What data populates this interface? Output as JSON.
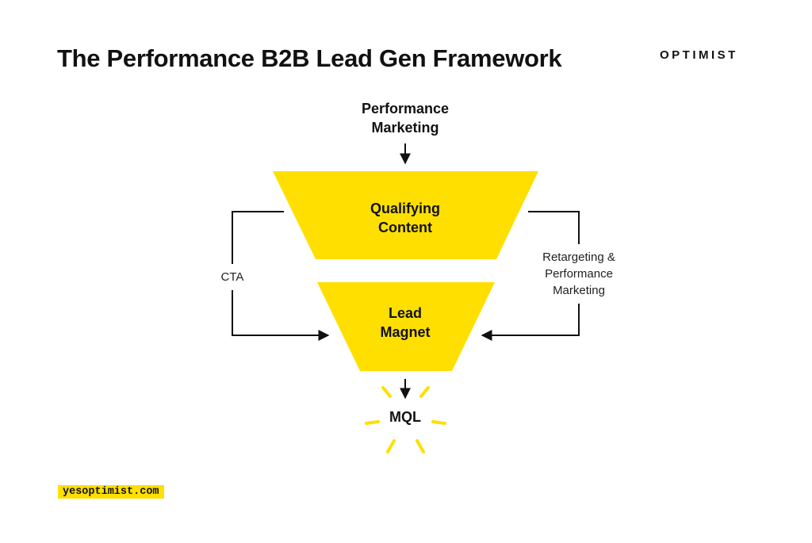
{
  "header": {
    "title": "The Performance B2B Lead Gen Framework",
    "brand": "OPTIMIST"
  },
  "diagram": {
    "top_label_line1": "Performance",
    "top_label_line2": "Marketing",
    "stage1_line1": "Qualifying",
    "stage1_line2": "Content",
    "stage2_line1": "Lead",
    "stage2_line2": "Magnet",
    "left_loop_label": "CTA",
    "right_loop_line1": "Retargeting &",
    "right_loop_line2": "Performance",
    "right_loop_line3": "Marketing",
    "output_label": "MQL"
  },
  "footer": {
    "url": "yesoptimist.com"
  },
  "colors": {
    "accent": "#ffdf00",
    "text": "#111111",
    "background": "#ffffff"
  }
}
